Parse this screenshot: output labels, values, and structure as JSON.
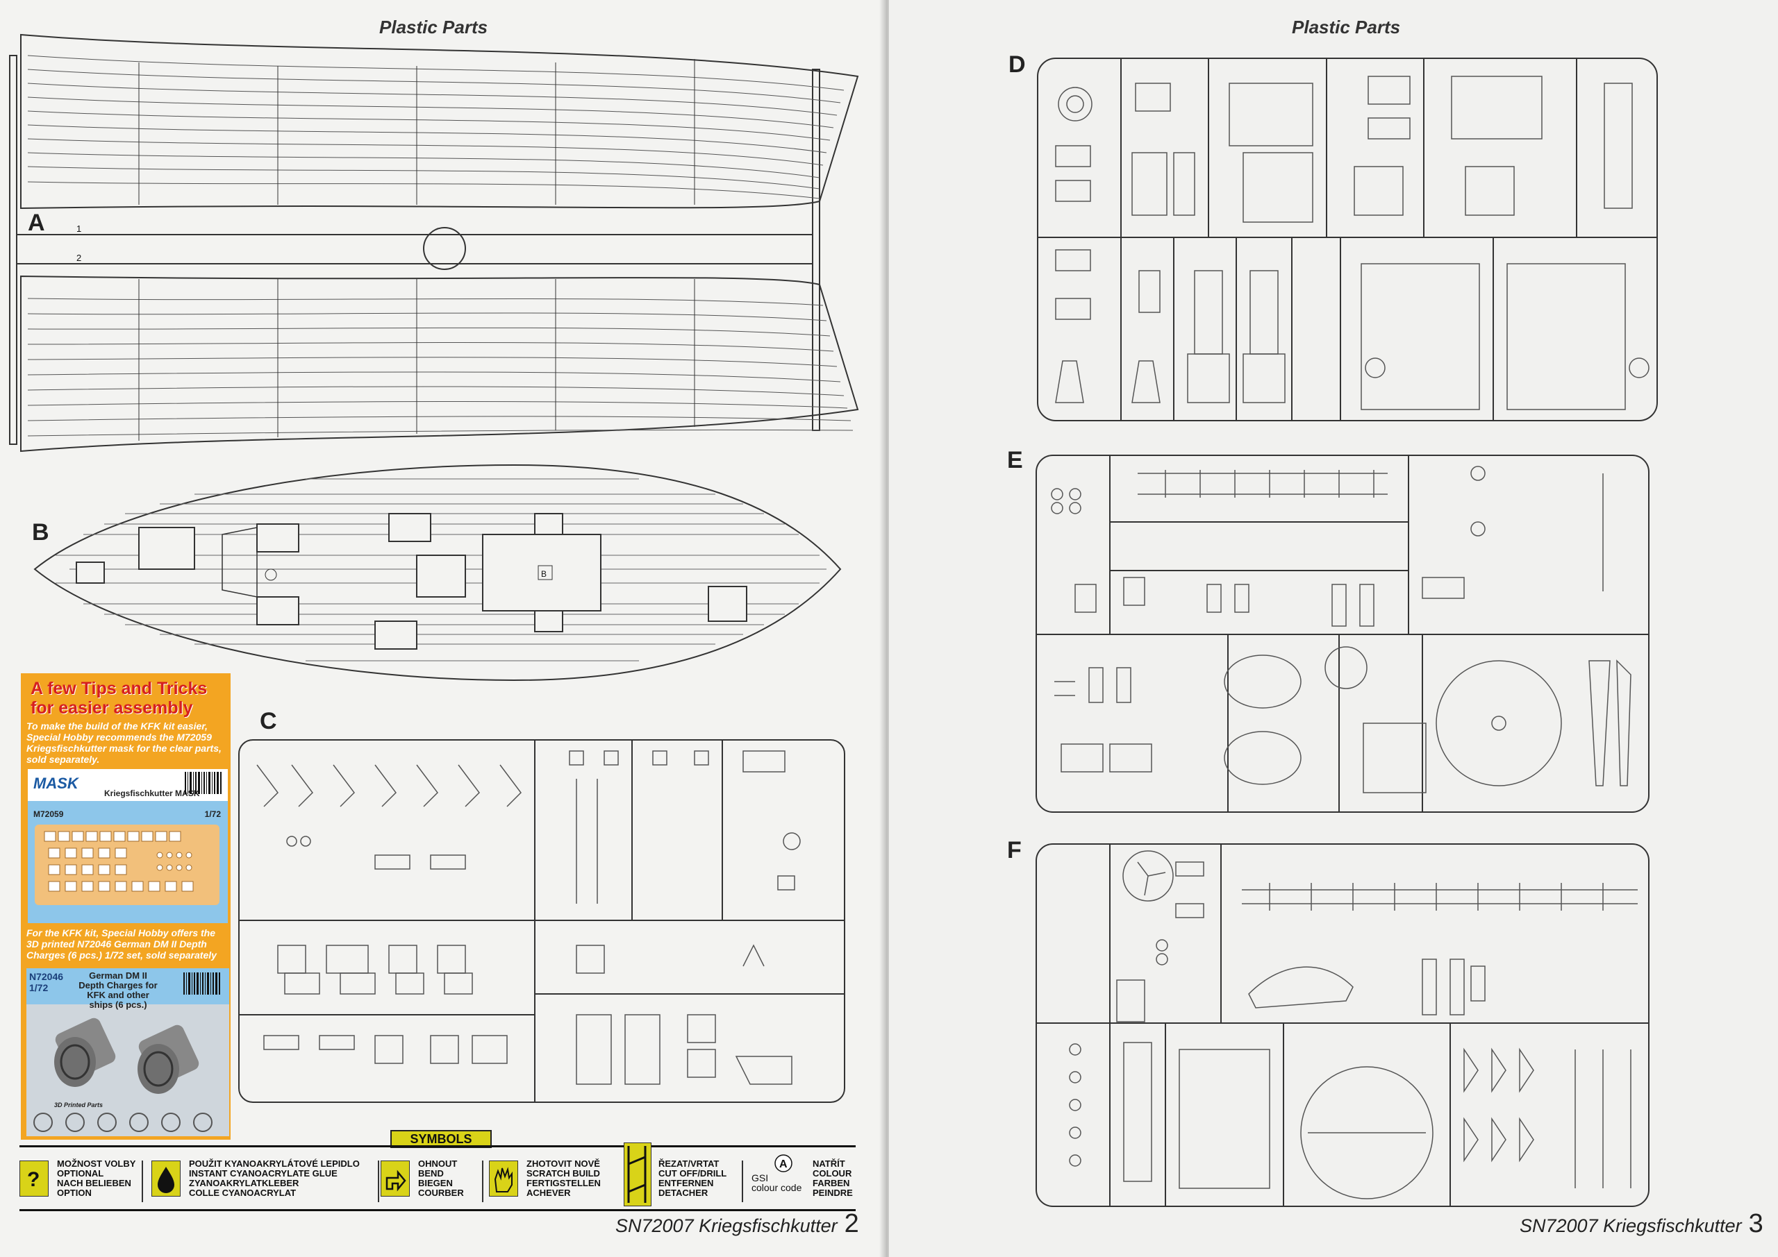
{
  "left_page": {
    "heading": "Plastic Parts",
    "sprue_letters": {
      "a": "A",
      "b": "B",
      "c": "C"
    },
    "sprue_a_numbers": [
      "1",
      "2"
    ],
    "footer": {
      "title": "SN72007 Kriegsfischkutter",
      "page": "2"
    },
    "tips": {
      "title": "A few Tips and Tricks for easier assembly",
      "text1": "To make the build of the KFK kit easier, Special Hobby recommends the M72059 Kriegsfischkutter mask for the clear parts, sold separately.",
      "mask_logo": "MASK",
      "mask_name": "Kriegsfischkutter MASK",
      "mask_code": "M72059",
      "mask_scale": "1/72",
      "text2": "For the KFK kit, Special Hobby offers the 3D printed N72046 German DM II Depth Charges (6 pcs.) 1/72 set, sold separately",
      "dc_code": "N72046",
      "dc_scale": "1/72",
      "dc_name": "German DM II Depth Charges for KFK and other ships (6 pcs.)",
      "dc_caption": "3D Printed Parts"
    },
    "symbols": {
      "title": "SYMBOLS",
      "items": [
        {
          "icon": "question-icon",
          "lines": [
            "MOŽNOST VOLBY",
            "OPTIONAL",
            "NACH BELIEBEN",
            "OPTION"
          ]
        },
        {
          "icon": "glue-drop-icon",
          "lines": [
            "POUŽIT KYANOAKRYLÁTOVÉ LEPIDLO",
            "INSTANT CYANOACRYLATE GLUE",
            "ZYANOAKRYLATKLEBER",
            "COLLE CYANOACRYLAT"
          ]
        },
        {
          "icon": "bend-arrow-icon",
          "lines": [
            "OHNOUT",
            "BEND",
            "BIEGEN",
            "COURBER"
          ]
        },
        {
          "icon": "hand-icon",
          "lines": [
            "ZHOTOVIT NOVĚ",
            "SCRATCH BUILD",
            "FERTIGSTELLEN",
            "ACHEVER"
          ]
        },
        {
          "icon": "cut-icon",
          "lines": [
            "ŘEZAT/VRTAT",
            "CUT OFF/DRILL",
            "ENTFERNEN",
            "DETACHER"
          ]
        },
        {
          "icon": "paint-code-icon",
          "lines": [
            "GSI",
            "colour code"
          ],
          "badge": "A"
        },
        {
          "icon": "paint-icon",
          "lines": [
            "NATŘÍT",
            "COLOUR",
            "FARBEN",
            "PEINDRE"
          ]
        }
      ]
    }
  },
  "right_page": {
    "heading": "Plastic Parts",
    "sprue_letters": {
      "d": "D",
      "e": "E",
      "f": "F"
    },
    "footer": {
      "title": "SN72007 Kriegsfischkutter",
      "page": "3"
    }
  }
}
